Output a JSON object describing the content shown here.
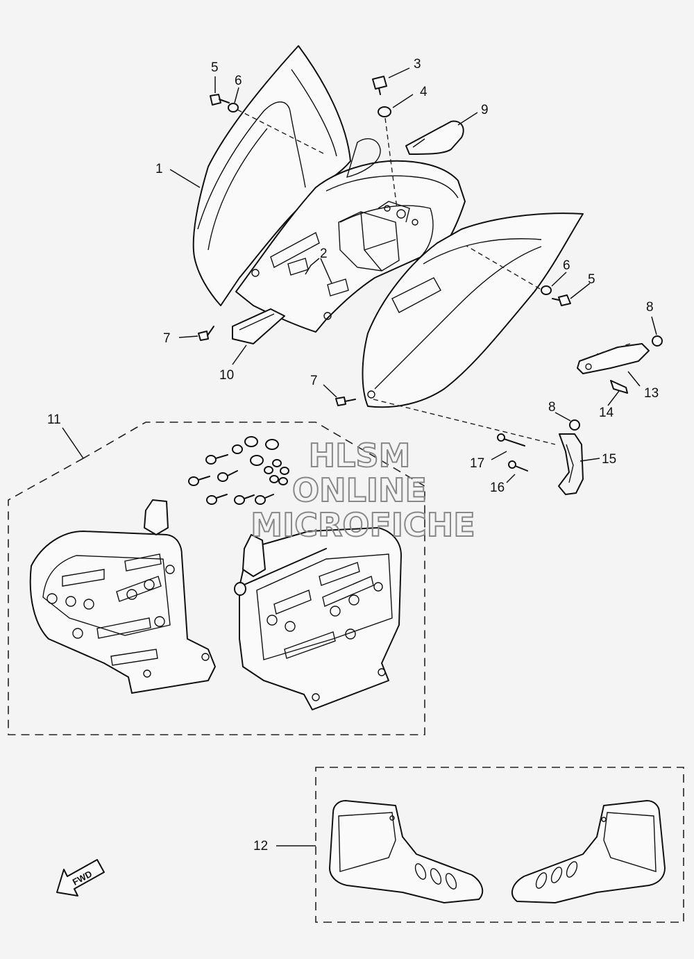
{
  "watermark": {
    "line1": "HLSM",
    "line2": "ONLINE",
    "line3": "MICROFICHE"
  },
  "direction_arrow": {
    "label": "FWD"
  },
  "callouts": {
    "c1": "1",
    "c2": "2",
    "c3": "3",
    "c4": "4",
    "c5a": "5",
    "c5b": "5",
    "c6a": "6",
    "c6b": "6",
    "c7a": "7",
    "c7b": "7",
    "c8a": "8",
    "c8b": "8",
    "c9": "9",
    "c10": "10",
    "c11": "11",
    "c12": "12",
    "c13": "13",
    "c14": "14",
    "c15": "15",
    "c16": "16",
    "c17": "17"
  }
}
